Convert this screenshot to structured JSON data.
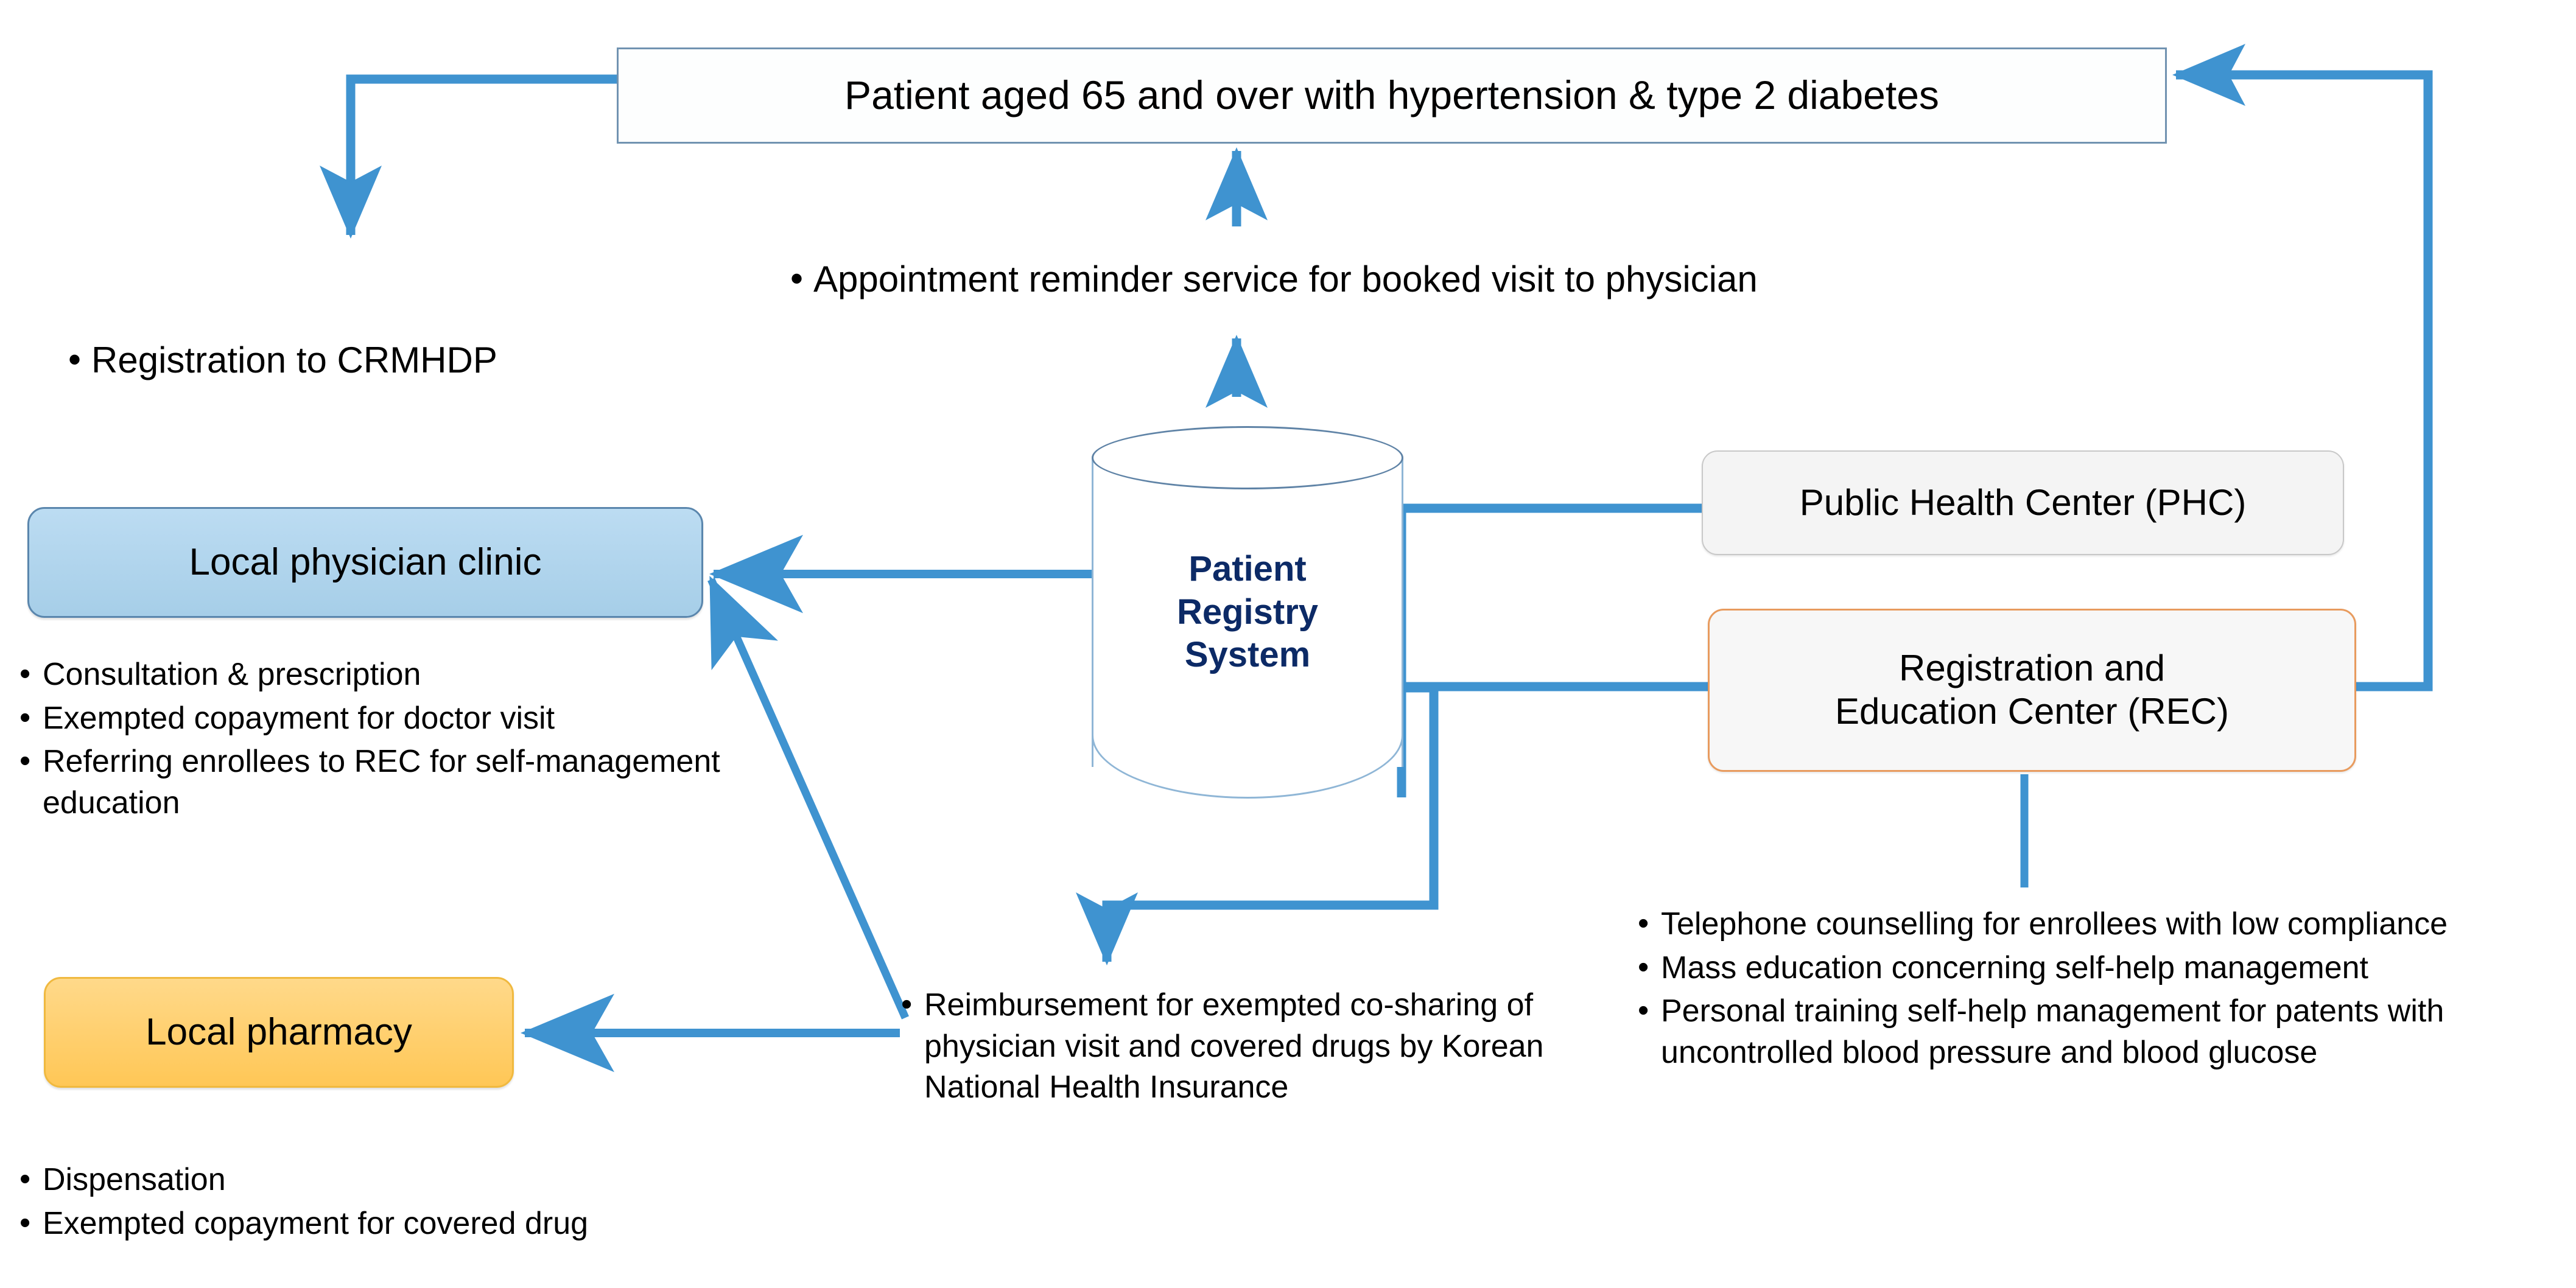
{
  "colors": {
    "connector_blue": "#3f93d0",
    "patient_box_border": "#7193b1",
    "clinic_fill": "#a6cee8",
    "pharmacy_fill": "#ffc756",
    "rec_border": "#e89b5e",
    "phc_border": "#c8c8c8",
    "registry_text": "#0c2a66",
    "cylinder_outline": "#5f83a6"
  },
  "nodes": {
    "patient": {
      "label": "Patient aged 65 and over with hypertension & type 2 diabetes"
    },
    "clinic": {
      "label": "Local physician clinic"
    },
    "pharmacy": {
      "label": "Local pharmacy"
    },
    "phc": {
      "label": "Public Health Center (PHC)"
    },
    "rec": {
      "line1": "Registration and",
      "line2": "Education Center (REC)"
    },
    "registry": {
      "line1": "Patient",
      "line2": "Registry",
      "line3": "System"
    }
  },
  "notes": {
    "registration": {
      "items": [
        "Registration to CRMHDP"
      ]
    },
    "appointment": {
      "items": [
        "Appointment reminder service for booked visit to physician"
      ]
    },
    "clinic_services": {
      "items": [
        "Consultation & prescription",
        "Exempted  copayment for doctor visit",
        "Referring  enrollees to REC for self-management  education"
      ]
    },
    "pharmacy_services": {
      "items": [
        "Dispensation",
        "Exempted  copayment for covered drug"
      ]
    },
    "reimbursement": {
      "items": [
        "Reimbursement  for exempted  co-sharing of physician visit and covered drugs  by Korean National Health Insurance"
      ]
    },
    "rec_services": {
      "items": [
        "Telephone  counselling for enrollees with low compliance",
        "Mass education concerning self-help management",
        "Personal training self-help management  for patents with uncontrolled  blood pressure and blood glucose"
      ]
    }
  }
}
